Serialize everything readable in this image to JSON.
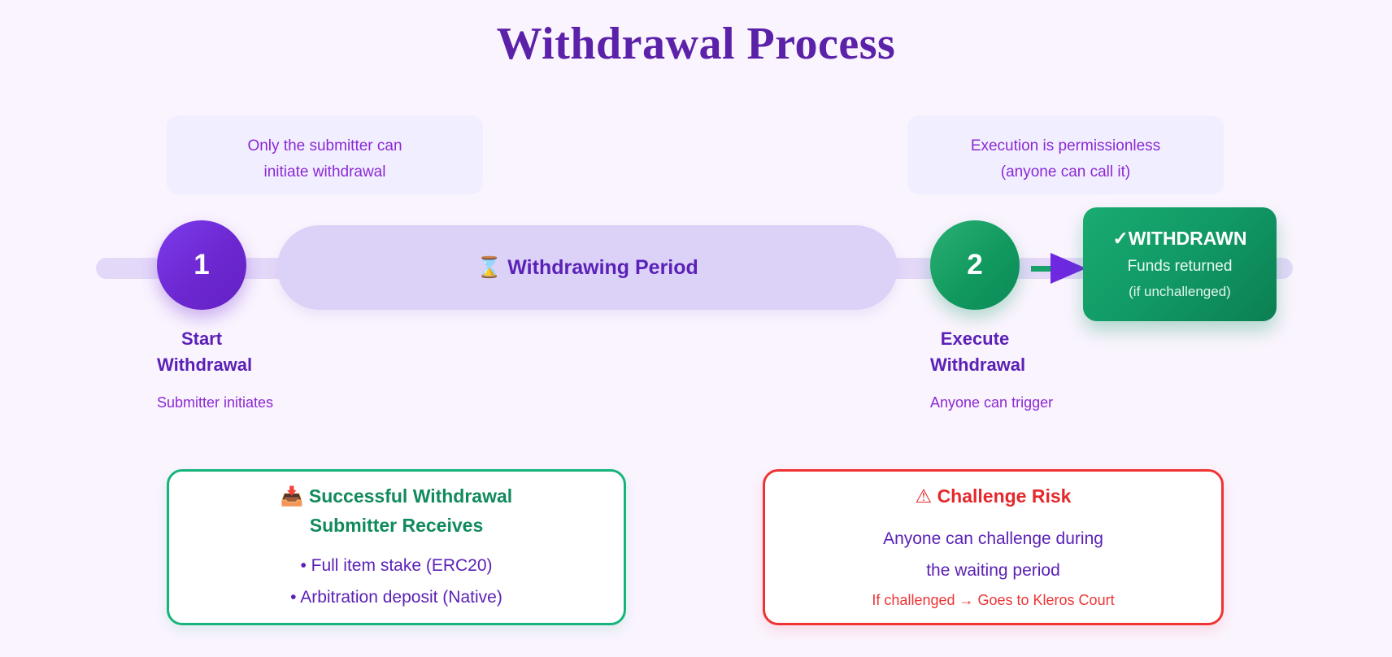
{
  "page": {
    "title": "Withdrawal Process",
    "background_color": "#faf4fe",
    "accent_purple": "#6d28d9",
    "accent_green": "#119965",
    "accent_red": "#ef3232"
  },
  "callouts": {
    "left": {
      "line1": "Only the submitter can",
      "line2": "initiate withdrawal"
    },
    "right": {
      "line1": "Execution is permissionless",
      "line2": "(anyone can call it)"
    }
  },
  "timeline": {
    "period": {
      "icon": "⌛",
      "label": "Withdrawing Period"
    },
    "steps": [
      {
        "number": "1",
        "title_line1": "Start",
        "title_line2": "Withdrawal",
        "subtitle": "Submitter initiates",
        "color": "#6d28d9"
      },
      {
        "number": "2",
        "title_line1": "Execute",
        "title_line2": "Withdrawal",
        "subtitle": "Anyone can trigger",
        "color": "#119965"
      }
    ],
    "result": {
      "title": "✓WITHDRAWN",
      "sub1": "Funds returned",
      "sub2": "(if unchallenged)"
    }
  },
  "cards": {
    "success": {
      "icon": "📥",
      "heading_line1": "Successful Withdrawal",
      "heading_line2": "Submitter Receives",
      "bullet1": "• Full item stake (ERC20)",
      "bullet2": "• Arbitration deposit (Native)"
    },
    "risk": {
      "icon": "⚠",
      "heading": "Challenge Risk",
      "body_line1": "Anyone can challenge during",
      "body_line2": "the waiting period",
      "note": "If challenged → Goes to Kleros Court"
    }
  }
}
